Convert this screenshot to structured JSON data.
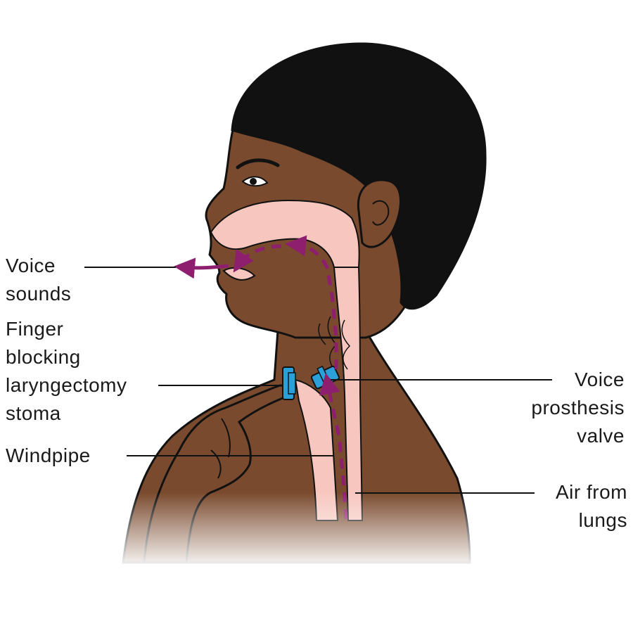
{
  "colors": {
    "skin": "#7a4a2e",
    "hair": "#111111",
    "airway": "#f7c7bf",
    "arrow": "#8e1f6e",
    "valve": "#2a9fd8",
    "leader": "#111111"
  },
  "labels": {
    "voice_sounds": {
      "line1": "Voice",
      "line2": "sounds"
    },
    "finger_blocking": {
      "line1": "Finger",
      "line2": "blocking",
      "line3": "laryngectomy",
      "line4": "stoma"
    },
    "windpipe": {
      "line1": "Windpipe"
    },
    "voice_prosthesis": {
      "line1": "Voice",
      "line2": "prosthesis",
      "line3": "valve"
    },
    "air_from_lungs": {
      "line1": "Air from",
      "line2": "lungs"
    }
  }
}
